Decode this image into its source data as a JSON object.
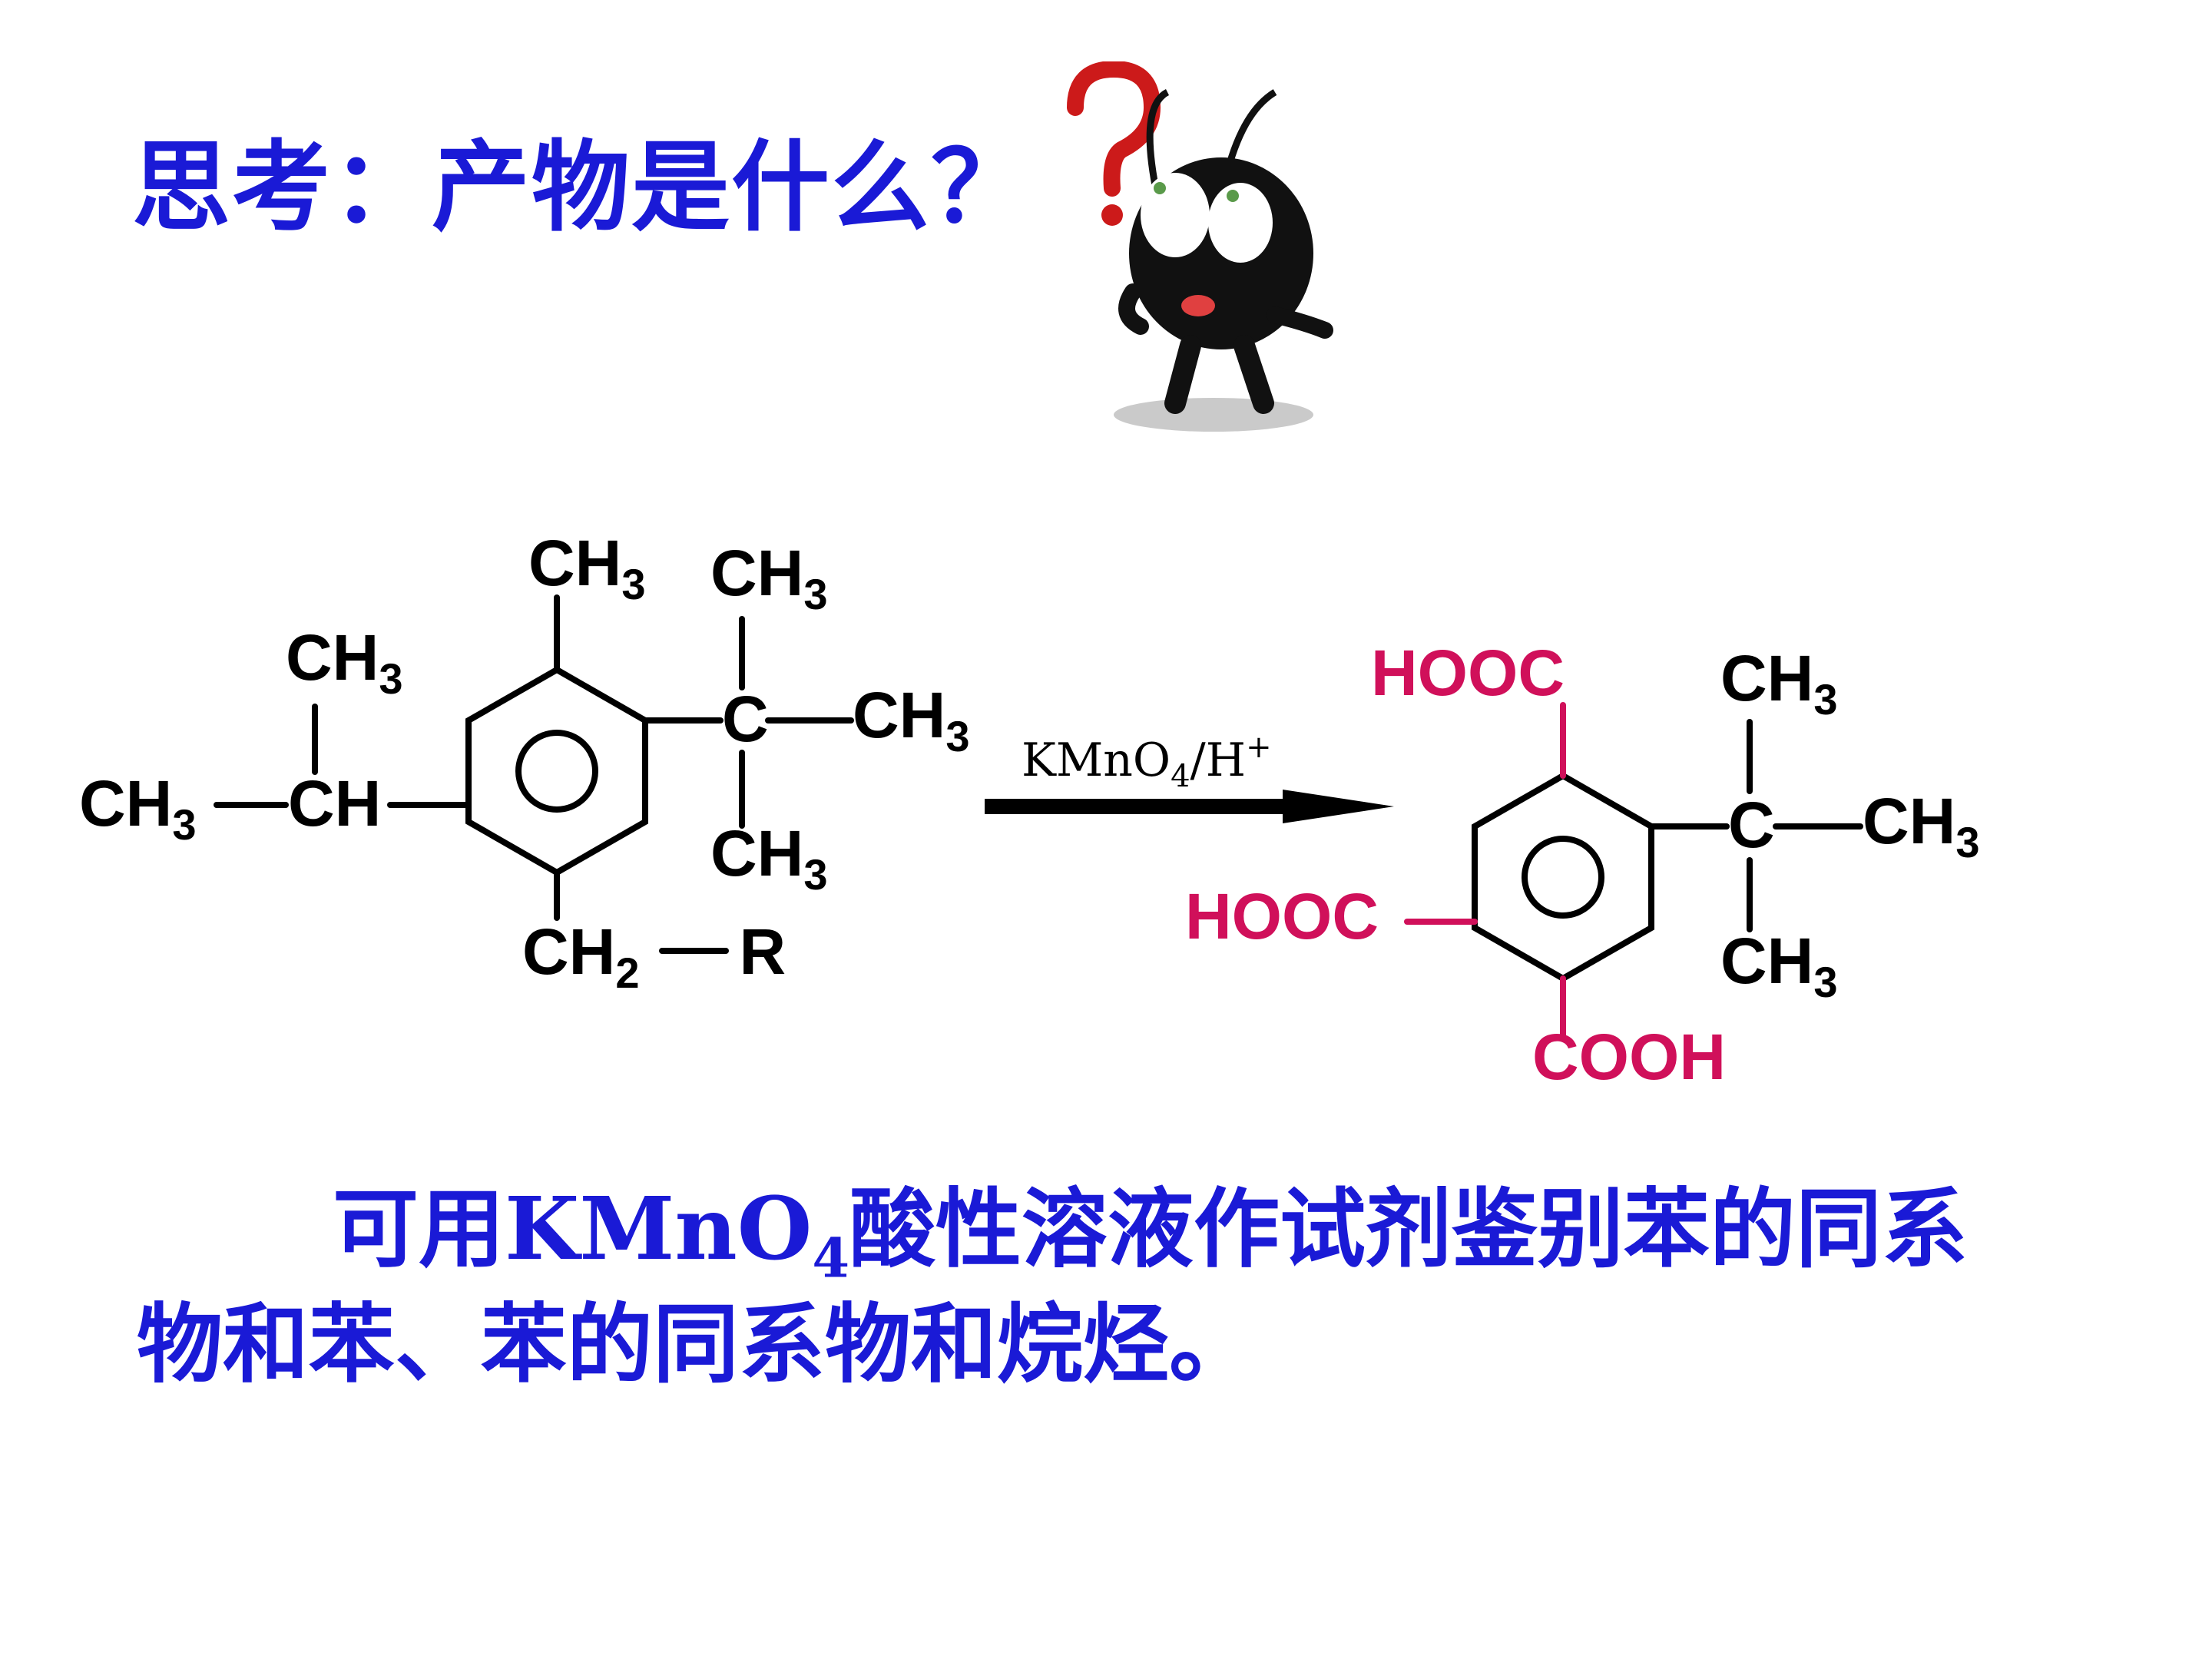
{
  "title": "思考：产物是什么？",
  "reagent": {
    "main": "KMnO",
    "sub": "4",
    "rest": "/H",
    "sup": "+"
  },
  "reactant": {
    "ch3": "CH",
    "sub3": "3",
    "ch": "CH",
    "c": "C",
    "ch2": "CH",
    "sub2": "2",
    "r": "R"
  },
  "product": {
    "hooc": "HOOC",
    "cooh": "COOH",
    "ch3": "CH",
    "sub3": "3",
    "c": "C"
  },
  "note": {
    "line1_pre": "可用KMnO",
    "line1_sub": "4",
    "line1_post": "酸性溶液作试剂鉴别苯的同系",
    "line2": "物和苯、苯的同系物和烷烃。"
  },
  "colors": {
    "blue_text": "#1a1ad6",
    "carboxyl": "#d0105a",
    "bond": "#000000"
  }
}
